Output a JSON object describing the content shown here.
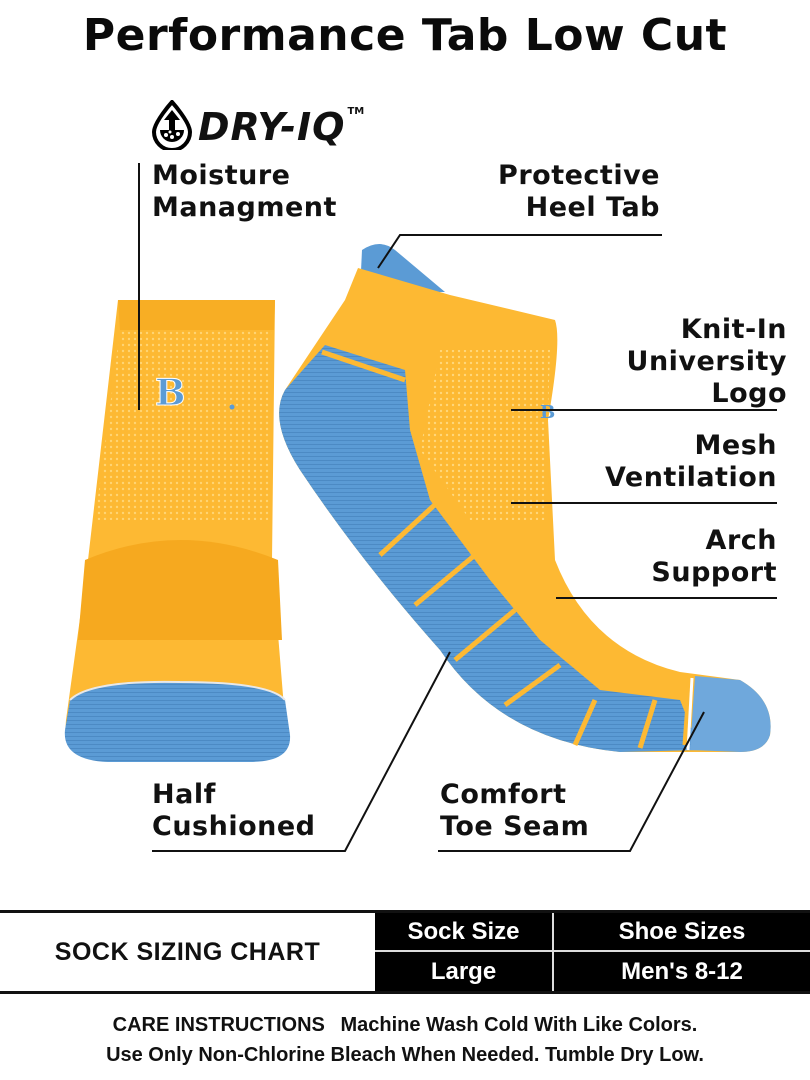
{
  "title": "Performance Tab Low Cut",
  "brand": {
    "icon": "droplet-arrow-icon",
    "name": "DRY-IQ",
    "trademark": "TM"
  },
  "features": [
    {
      "id": "moisture",
      "line1": "Moisture",
      "line2": "Managment"
    },
    {
      "id": "heel-tab",
      "line1": "Protective",
      "line2": "Heel Tab"
    },
    {
      "id": "logo",
      "line1": "Knit-In",
      "line2": "University",
      "line3": "Logo"
    },
    {
      "id": "mesh",
      "line1": "Mesh",
      "line2": "Ventilation"
    },
    {
      "id": "arch",
      "line1": "Arch",
      "line2": "Support"
    },
    {
      "id": "cushion",
      "line1": "Half",
      "line2": "Cushioned"
    },
    {
      "id": "toe-seam",
      "line1": "Comfort",
      "line2": "Toe Seam"
    }
  ],
  "product": {
    "colors": {
      "gold": "#FDB933",
      "blue": "#5B9BD5",
      "light_blue": "#7DB2E0"
    },
    "front_logo": "B"
  },
  "sizing_chart": {
    "heading": "SOCK SIZING CHART",
    "columns": [
      "Sock Size",
      "Shoe Sizes"
    ],
    "rows": [
      [
        "Large",
        "Men's 8-12"
      ]
    ]
  },
  "care": {
    "heading": "CARE INSTRUCTIONS",
    "line1": "Machine Wash Cold With Like Colors.",
    "line2": "Use Only Non-Chlorine Bleach When Needed. Tumble Dry Low."
  }
}
